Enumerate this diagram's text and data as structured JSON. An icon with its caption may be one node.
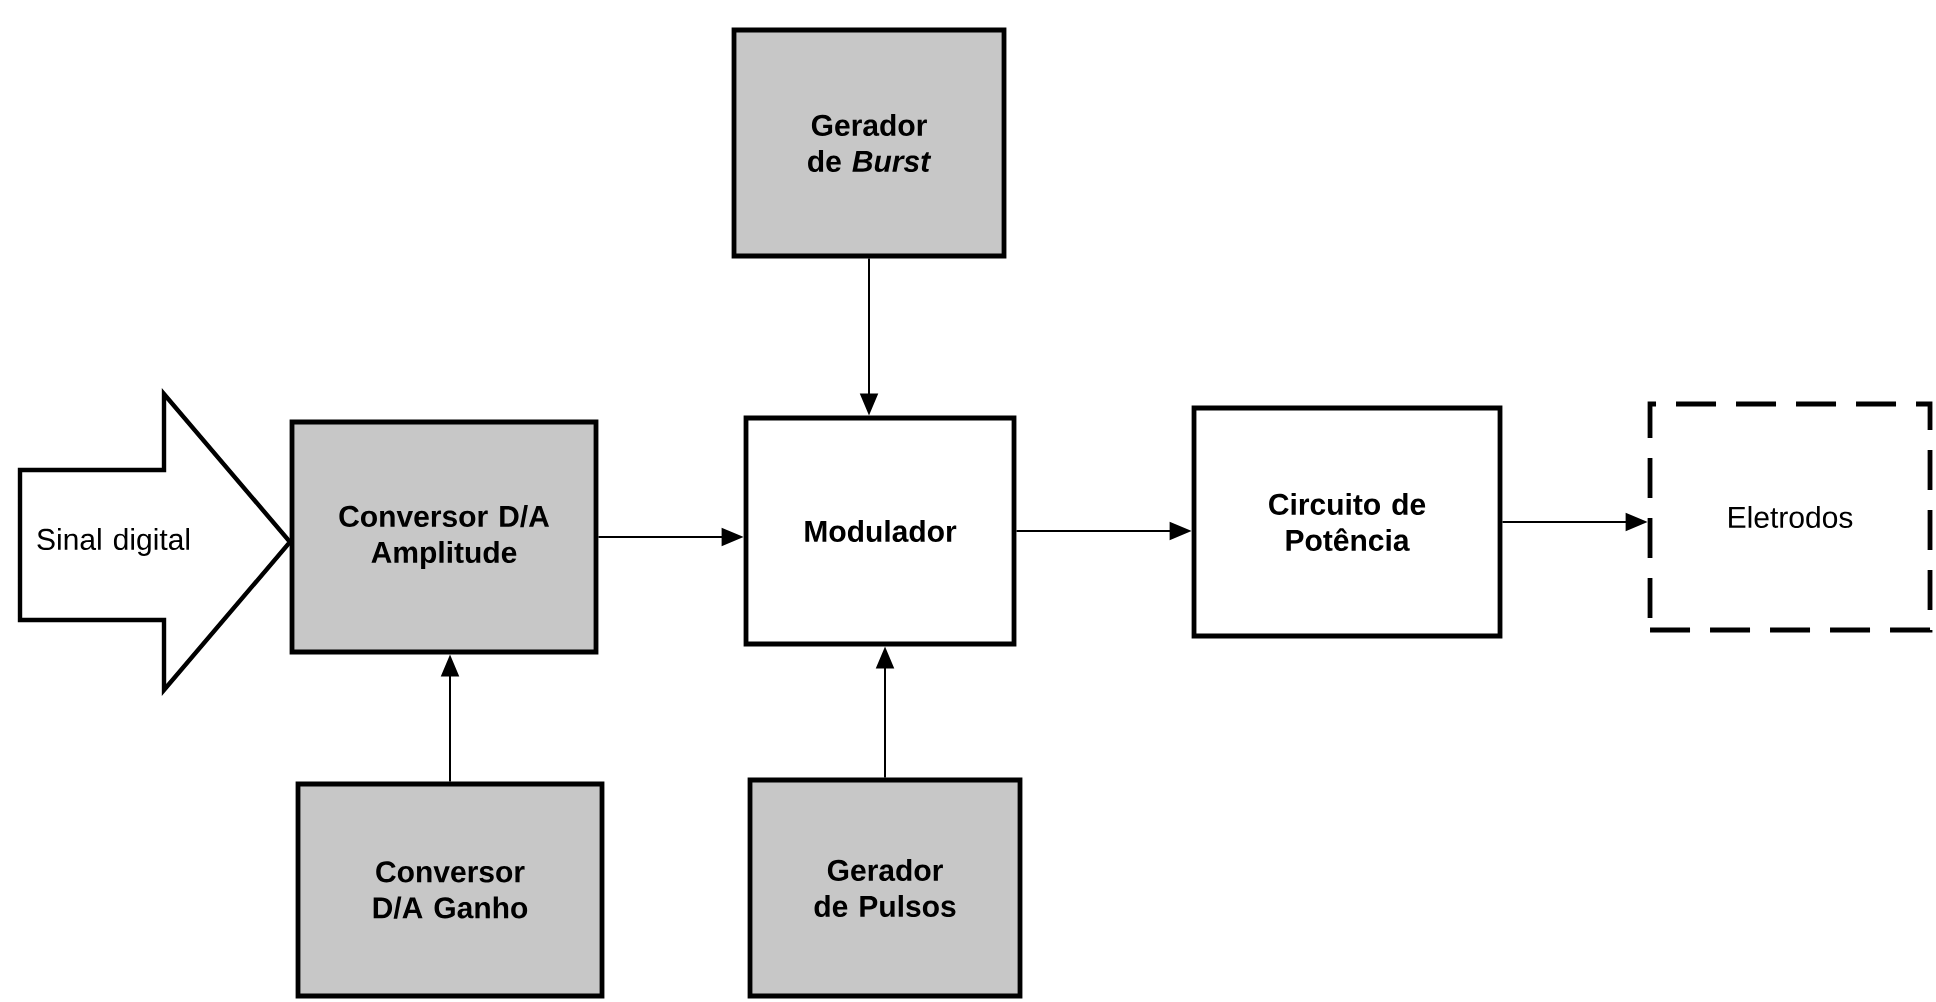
{
  "diagram": {
    "nodes": [
      {
        "text": [
          "Gerador de *Burst*"
        ]
      },
      {
        "text": [
          "Sinal digital"
        ]
      },
      {
        "text": [
          "Conversor D/A Amplitude"
        ]
      },
      {
        "text": [
          "Modulador"
        ]
      },
      {
        "text": [
          "Circuito de Potência"
        ]
      },
      {
        "text": [
          "Eletrodos"
        ]
      },
      {
        "text": [
          "Conversor D/A Ganho"
        ]
      },
      {
        "text": [
          "Gerador de Pulsos"
        ]
      }
    ],
    "edges": [
      {
        "from": 0,
        "to": 3,
        "arrow": "to"
      },
      {
        "from": 2,
        "to": 3,
        "arrow": "to"
      },
      {
        "from": 3,
        "to": 4,
        "arrow": "to"
      },
      {
        "from": 4,
        "to": 5,
        "arrow": "to"
      },
      {
        "from": 6,
        "to": 2,
        "arrow": "to"
      },
      {
        "from": 7,
        "to": 3,
        "arrow": "to"
      }
    ]
  }
}
